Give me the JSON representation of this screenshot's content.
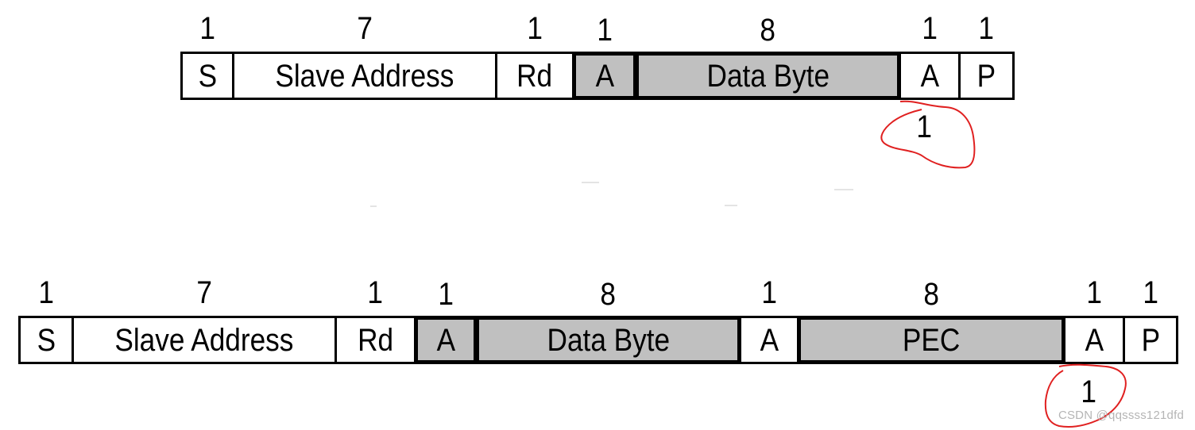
{
  "frames": {
    "top": {
      "fields": [
        {
          "label": "S",
          "bits": "1",
          "shaded": false
        },
        {
          "label": "Slave Address",
          "bits": "7",
          "shaded": false
        },
        {
          "label": "Rd",
          "bits": "1",
          "shaded": false
        },
        {
          "label": "A",
          "bits": "1",
          "shaded": true
        },
        {
          "label": "Data Byte",
          "bits": "8",
          "shaded": true
        },
        {
          "label": "A",
          "bits": "1",
          "shaded": false
        },
        {
          "label": "P",
          "bits": "1",
          "shaded": false
        }
      ],
      "annotation": "1"
    },
    "bottom": {
      "fields": [
        {
          "label": "S",
          "bits": "1",
          "shaded": false
        },
        {
          "label": "Slave Address",
          "bits": "7",
          "shaded": false
        },
        {
          "label": "Rd",
          "bits": "1",
          "shaded": false
        },
        {
          "label": "A",
          "bits": "1",
          "shaded": true
        },
        {
          "label": "Data Byte",
          "bits": "8",
          "shaded": true
        },
        {
          "label": "A",
          "bits": "1",
          "shaded": false
        },
        {
          "label": "PEC",
          "bits": "8",
          "shaded": true
        },
        {
          "label": "A",
          "bits": "1",
          "shaded": false
        },
        {
          "label": "P",
          "bits": "1",
          "shaded": false
        }
      ],
      "annotation": "1"
    }
  },
  "annotation_color": "#e02020",
  "shade_color": "#c0c0c0",
  "watermark": "CSDN @qqssss121dfd"
}
